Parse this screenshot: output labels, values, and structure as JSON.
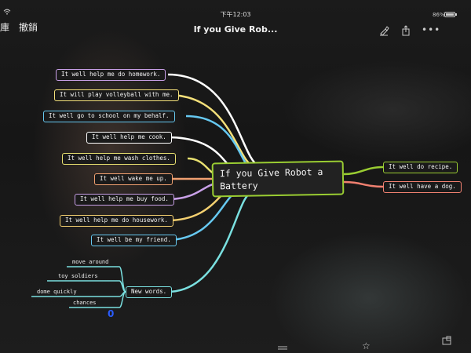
{
  "status_bar": {
    "time": "下午12:03",
    "battery": "86%"
  },
  "nav": {
    "library": "庫",
    "undo": "撤銷",
    "title": "If you Give Rob..."
  },
  "icons": {
    "wifi": "wifi-icon",
    "battery": "battery-icon",
    "brush": "brush-icon",
    "share": "share-icon",
    "more": "more-icon",
    "star": "star-icon"
  },
  "mindmap": {
    "central": "If you Give Robot a Battery",
    "left_nodes": [
      {
        "label": "It well help me do homework.",
        "color": "#c9a0e8"
      },
      {
        "label": "It will play volleyball with me.",
        "color": "#f4e07a"
      },
      {
        "label": "It well go to school on my behalf.",
        "color": "#66c8f0"
      },
      {
        "label": "It well help me cook.",
        "color": "#ffffff"
      },
      {
        "label": "It well help me wash clothes.",
        "color": "#e8e070"
      },
      {
        "label": "It well wake me up.",
        "color": "#f0a070"
      },
      {
        "label": "It well help me buy food.",
        "color": "#c9a0e8"
      },
      {
        "label": "It well help me do housework.",
        "color": "#f4d070"
      },
      {
        "label": "It well be my friend.",
        "color": "#66c8f0"
      },
      {
        "label": "New words.",
        "color": "#7ae0e0"
      }
    ],
    "right_nodes": [
      {
        "label": "It well do recipe.",
        "color": "#9acd32"
      },
      {
        "label": "It well have a dog.",
        "color": "#f08070"
      }
    ],
    "new_words": [
      "move around",
      "toy soldiers",
      "dome quickly",
      "chances"
    ],
    "cursor_mark": "0"
  }
}
